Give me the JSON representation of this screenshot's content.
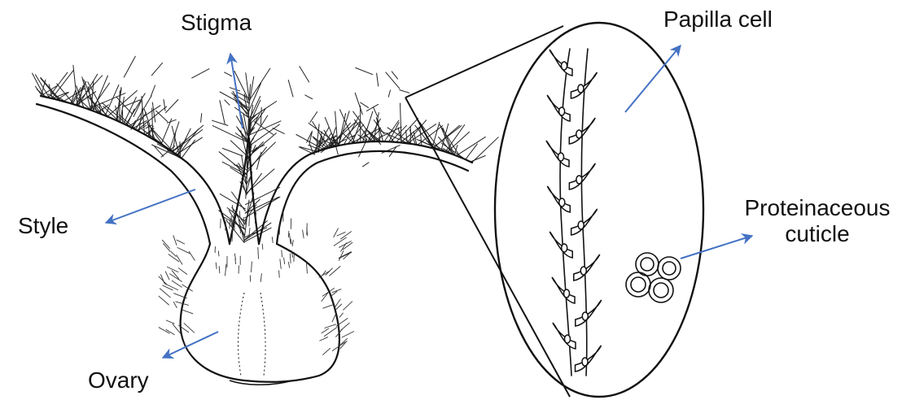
{
  "labels": {
    "stigma": "Stigma",
    "style": "Style",
    "ovary": "Ovary",
    "papilla_cell": "Papilla cell",
    "proteinaceous_line1": "Proteinaceous",
    "proteinaceous_line2": "cuticle"
  },
  "colors": {
    "arrow": "#4472C4",
    "ink": "#111111",
    "background": "#ffffff"
  }
}
